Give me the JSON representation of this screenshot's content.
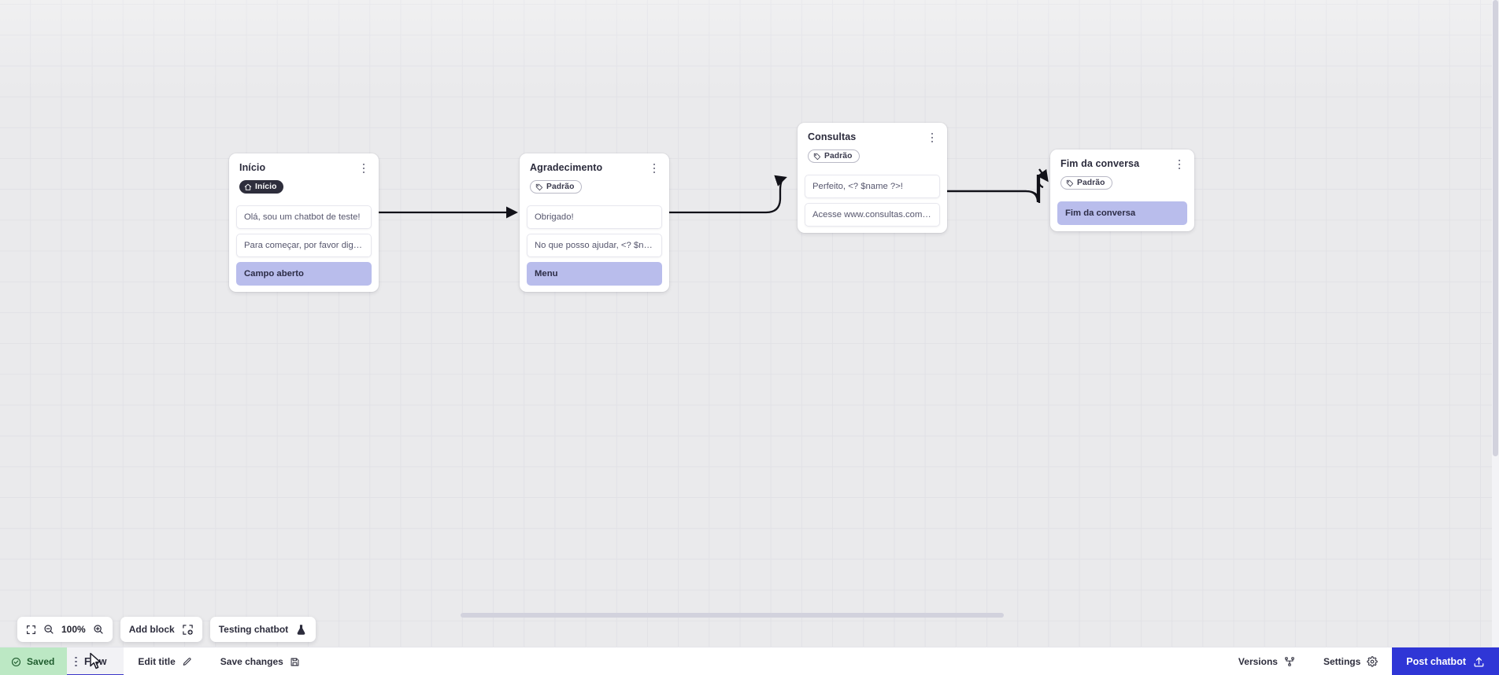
{
  "canvas": {
    "background_color": "#eaeaec",
    "grid_color": "#e1e1e6",
    "zoom_level": "100%"
  },
  "nodes": [
    {
      "id": "inicio",
      "title": "Início",
      "badge": {
        "label": "Início",
        "style": "dark",
        "icon": "home-icon"
      },
      "messages": [
        {
          "text": "Olá, sou um chatbot de teste!",
          "style": "plain"
        },
        {
          "text": "Para começar, por favor digite o ...",
          "style": "plain"
        },
        {
          "text": "Campo aberto",
          "style": "action"
        }
      ]
    },
    {
      "id": "agradecimento",
      "title": "Agradecimento",
      "badge": {
        "label": "Padrão",
        "style": "outline",
        "icon": "tag-icon"
      },
      "messages": [
        {
          "text": "Obrigado!",
          "style": "plain"
        },
        {
          "text": "No que posso ajudar, <? $name ...",
          "style": "plain"
        },
        {
          "text": "Menu",
          "style": "action"
        }
      ]
    },
    {
      "id": "consultas",
      "title": "Consultas",
      "badge": {
        "label": "Padrão",
        "style": "outline",
        "icon": "tag-icon"
      },
      "messages": [
        {
          "text": "Perfeito, <? $name ?>!",
          "style": "plain"
        },
        {
          "text": "Acesse www.consultas.com par...",
          "style": "plain"
        }
      ]
    },
    {
      "id": "fim-da-conversa",
      "title": "Fim da conversa",
      "badge": {
        "label": "Padrão",
        "style": "outline",
        "icon": "tag-icon"
      },
      "messages": [
        {
          "text": "Fim da conversa",
          "style": "action"
        }
      ]
    }
  ],
  "toolbar": {
    "fit_icon": "fit-screen-icon",
    "zoom_out_icon": "zoom-out-icon",
    "zoom_in_icon": "zoom-in-icon",
    "zoom_level": "100%",
    "add_block_label": "Add block",
    "add_block_icon": "add-block-icon",
    "testing_chatbot_label": "Testing chatbot",
    "testing_chatbot_icon": "flask-icon"
  },
  "statusbar": {
    "saved_label": "Saved",
    "saved_icon": "check-circle-icon",
    "saved_color": "#bce8c4",
    "flow_tab_label": "Flow",
    "flow_tab_accent": "#3b36c9",
    "edit_title_label": "Edit title",
    "edit_title_icon": "pencil-icon",
    "save_changes_label": "Save changes",
    "save_changes_icon": "save-disk-icon",
    "versions_label": "Versions",
    "versions_icon": "git-branch-icon",
    "settings_label": "Settings",
    "settings_icon": "gear-icon",
    "post_chatbot_label": "Post chatbot",
    "post_chatbot_icon": "upload-icon",
    "post_chatbot_color": "#2f36d6"
  }
}
